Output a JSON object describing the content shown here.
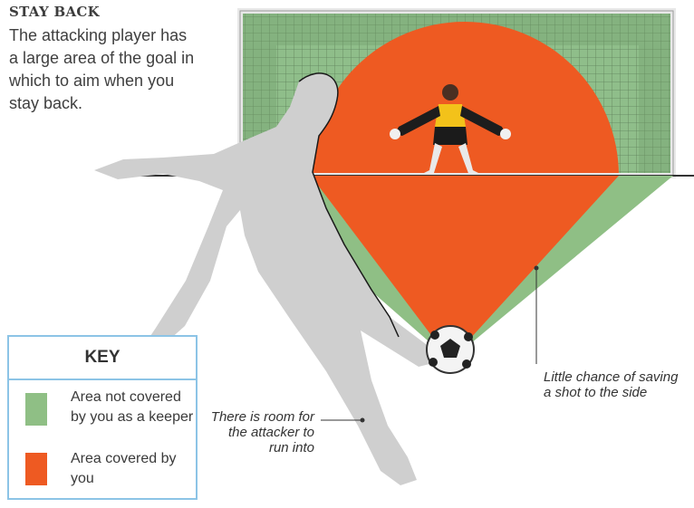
{
  "heading": "STAY BACK",
  "intro": "The attacking player has a large area of the goal in which to aim when you stay back.",
  "annotations": {
    "side_shot": "Little chance of saving a shot to the side",
    "attacker_room": "There is room for the attacker to run into"
  },
  "key": {
    "title": "KEY",
    "items": [
      {
        "label": "Area not covered by you as a keeper",
        "color": "#8fbf85"
      },
      {
        "label": "Area covered by you",
        "color": "#ee5a22"
      }
    ]
  },
  "colors": {
    "uncovered": "#8fbf85",
    "covered": "#ee5a22",
    "net": "#7fae7c",
    "attacker": "#cfcfcf",
    "key_border": "#8cc4e6"
  }
}
